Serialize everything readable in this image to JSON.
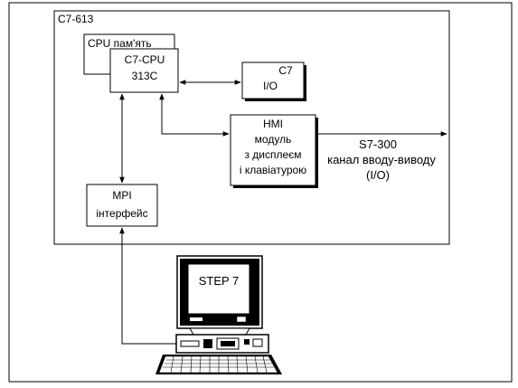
{
  "system_label": "C7-613",
  "cpu_memory_label": "CPU пам'ять",
  "cpu_label": [
    "C7-CPU",
    "313C"
  ],
  "io_label": [
    "C7",
    "I/O"
  ],
  "hmi_label": [
    "HMI",
    "модуль",
    "з дисплеєм",
    "і клавіатурою"
  ],
  "s7_label": [
    "S7-300",
    "канал вводу-виводу",
    "(I/O)"
  ],
  "mpi_label": [
    "MPI",
    "інтерфейс"
  ],
  "screen_label": "STEP 7"
}
